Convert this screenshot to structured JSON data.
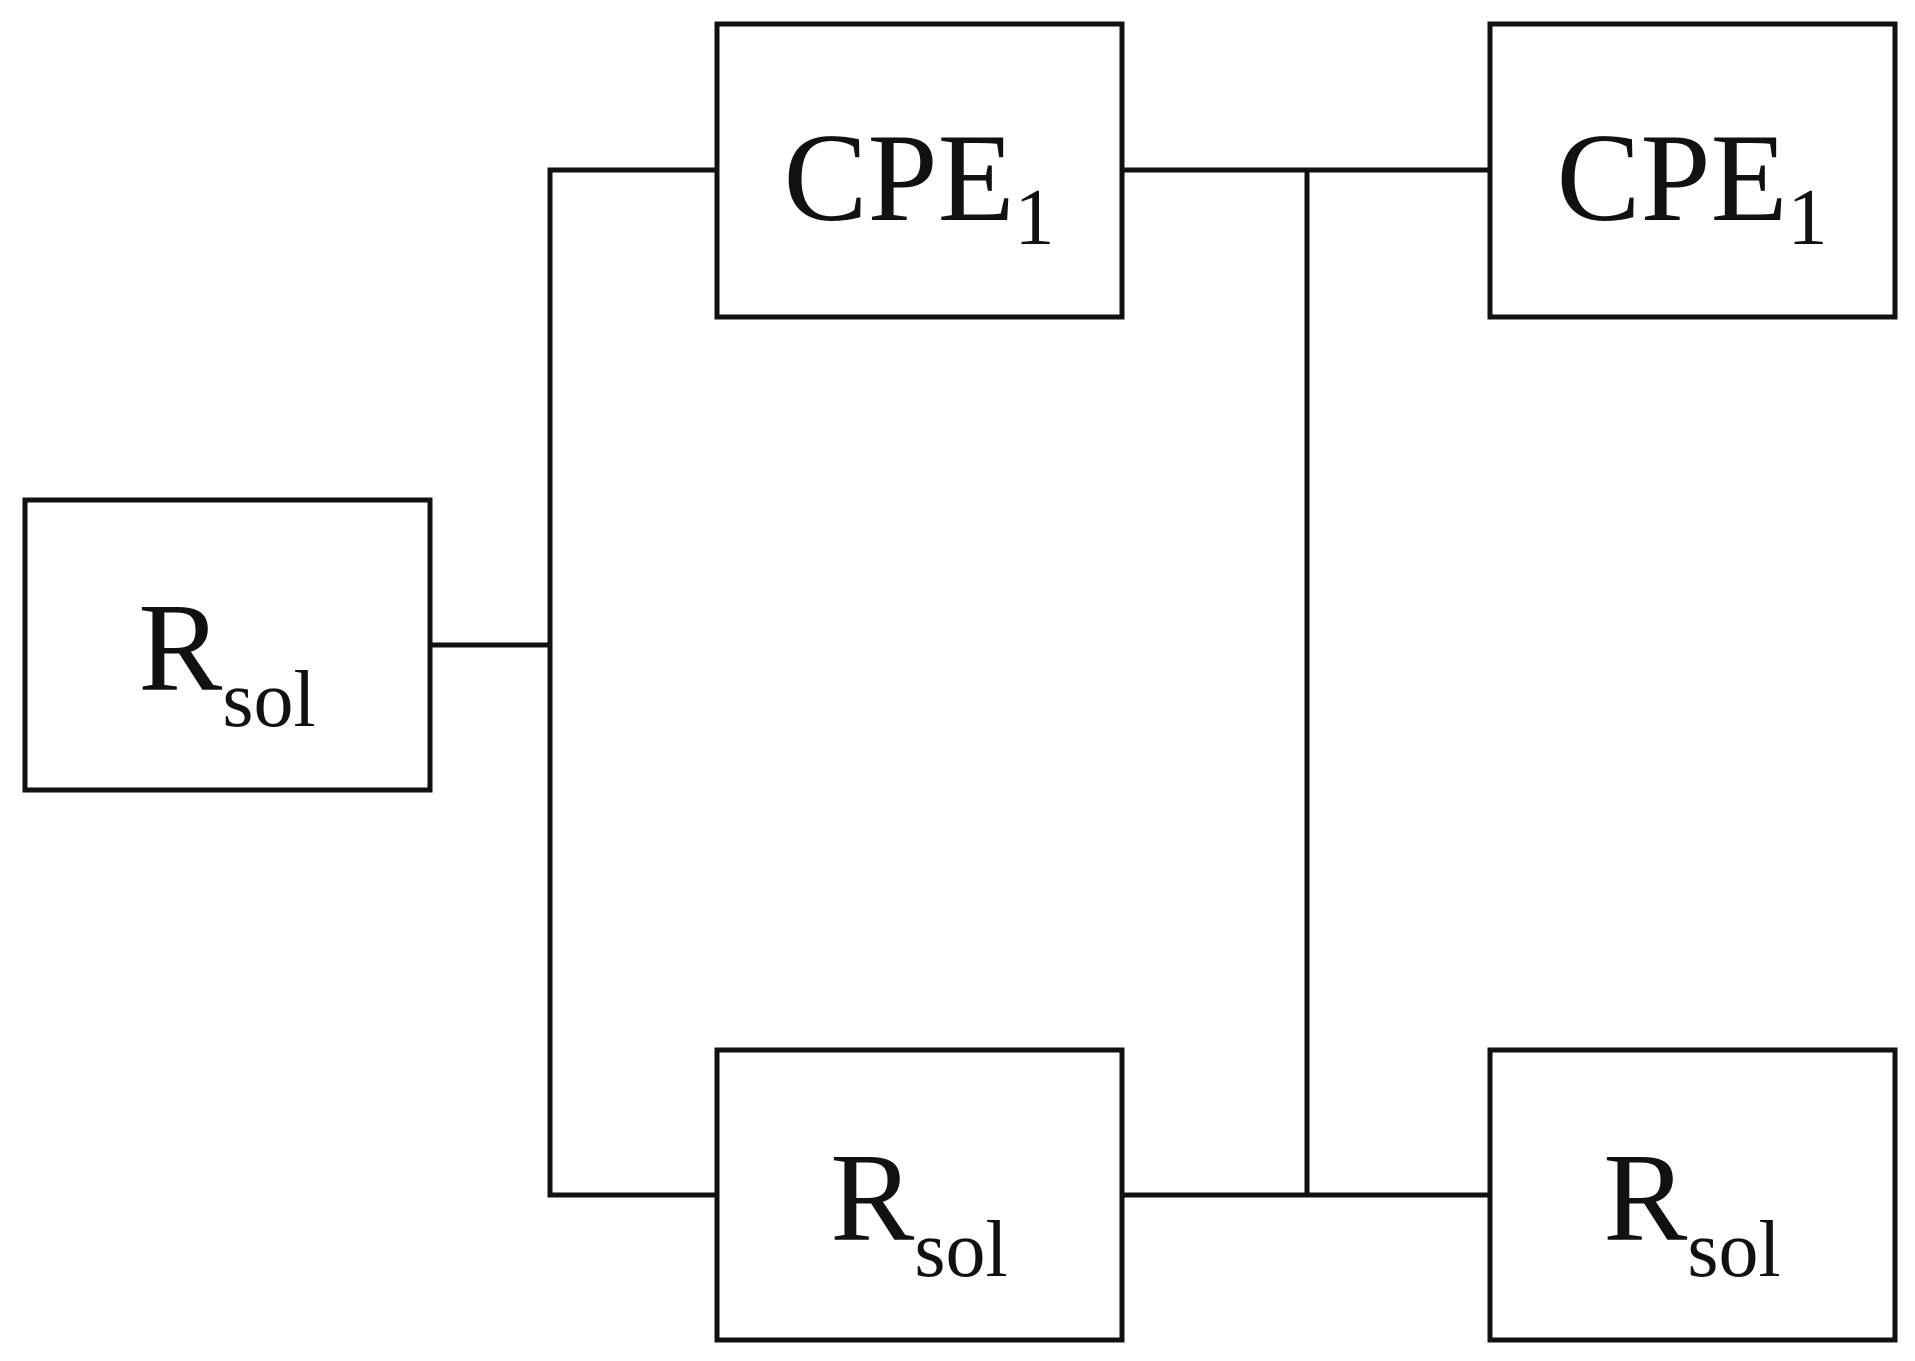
{
  "diagram": {
    "type": "equivalent-circuit",
    "colors": {
      "line": "#111111",
      "background": "#ffffff"
    },
    "components": {
      "r_left": {
        "main": "R",
        "sub": "sol"
      },
      "cpe_top_1": {
        "main": "CPE",
        "sub": "1"
      },
      "r_bottom_1": {
        "main": "R",
        "sub": "sol"
      },
      "cpe_top_2": {
        "main": "CPE",
        "sub": "1"
      },
      "r_bottom_2": {
        "main": "R",
        "sub": "sol"
      }
    }
  }
}
